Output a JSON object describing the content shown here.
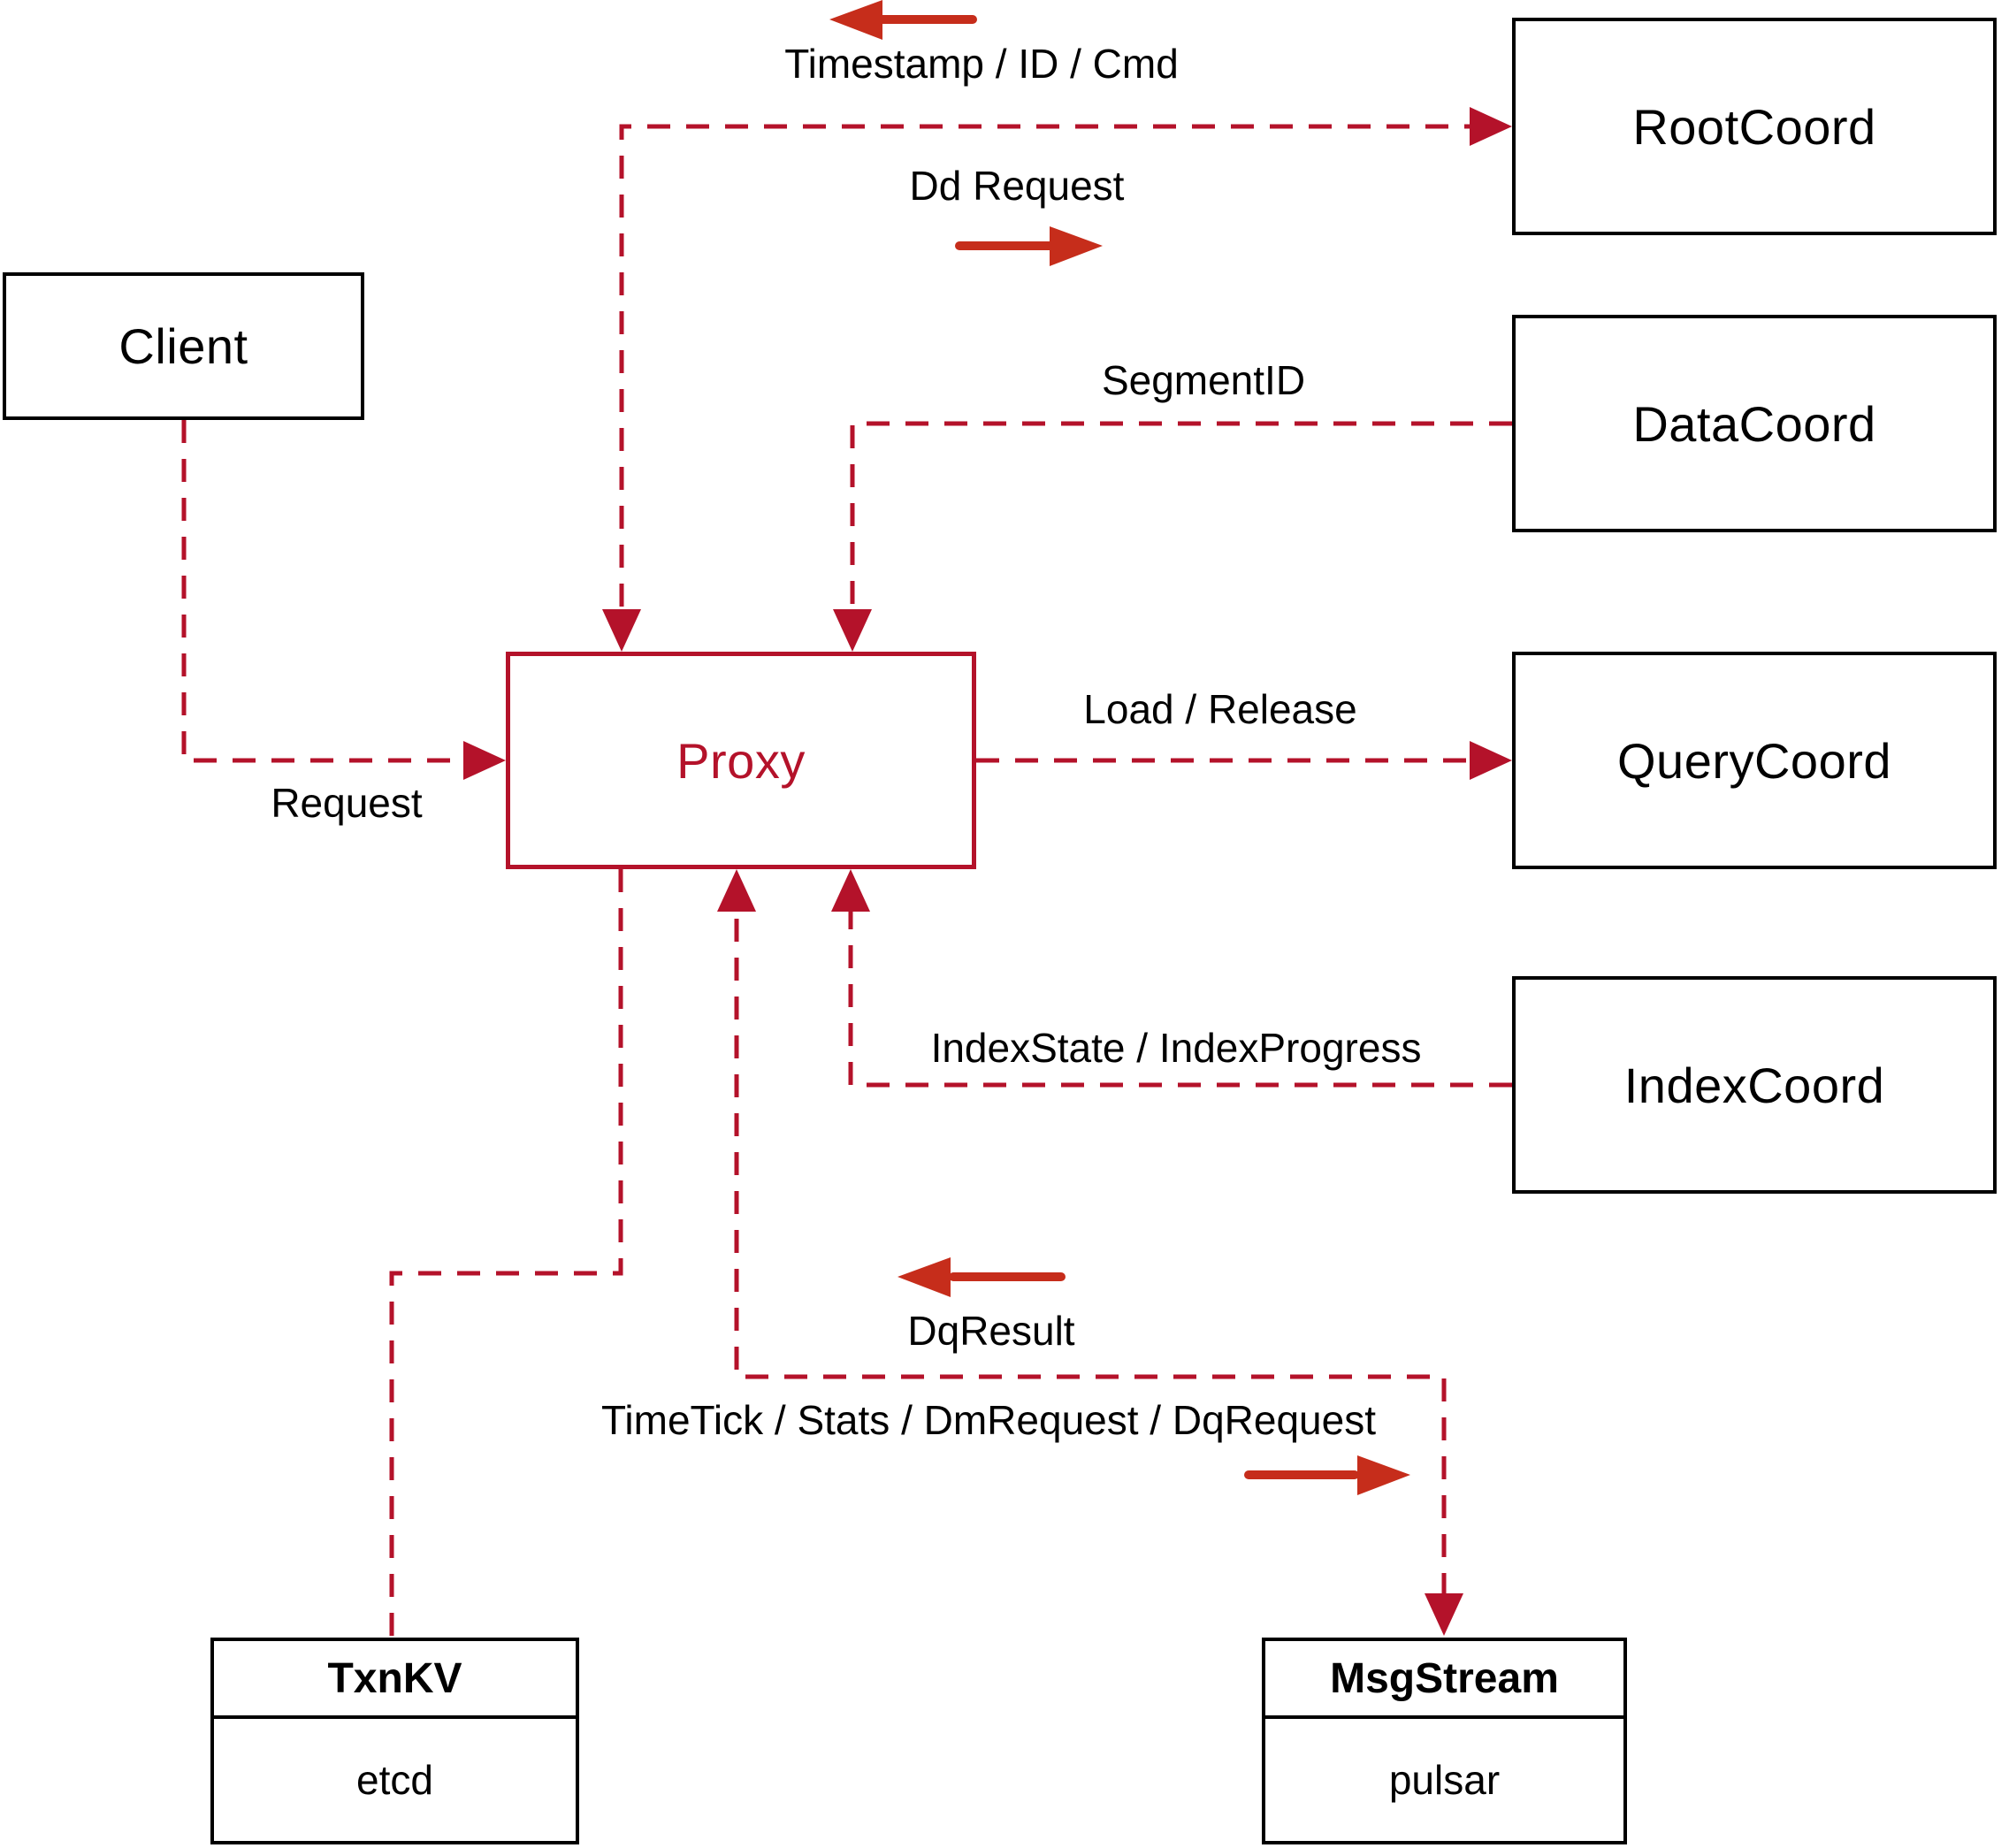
{
  "colors": {
    "line": "#b4122a",
    "arrow": "#c62d1b",
    "ink": "#000000",
    "border": "#000000",
    "bg": "#ffffff"
  },
  "nodes": {
    "client": {
      "label": "Client"
    },
    "proxy": {
      "label": "Proxy"
    },
    "root_coord": {
      "label": "RootCoord"
    },
    "data_coord": {
      "label": "DataCoord"
    },
    "query_coord": {
      "label": "QueryCoord"
    },
    "index_coord": {
      "label": "IndexCoord"
    },
    "txn_kv": {
      "title": "TxnKV",
      "impl": "etcd"
    },
    "msg_stream": {
      "title": "MsgStream",
      "impl": "pulsar"
    }
  },
  "edges": {
    "client_proxy": {
      "label": "Request"
    },
    "proxy_rootcoord": {
      "label_up": "Timestamp / ID / Cmd",
      "label_down": "Dd Request"
    },
    "datacoord_proxy": {
      "label": "SegmentID"
    },
    "proxy_querycoord": {
      "label": "Load / Release"
    },
    "indexcoord_proxy": {
      "label": "IndexState / IndexProgress"
    },
    "proxy_msgstream": {
      "label_up": "DqResult",
      "label_down": "TimeTick / Stats / DmRequest / DqRequest"
    },
    "proxy_txnkv": {
      "label": ""
    }
  }
}
